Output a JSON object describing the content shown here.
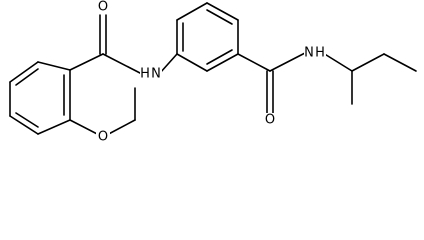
{
  "structure": {
    "atoms": {
      "carbonyl_oxygen_left": "O",
      "amide_nitrogen_left": "N",
      "amide_hydrogen_left": "H",
      "ether_oxygen": "O",
      "carbonyl_oxygen_right": "O",
      "amide_nitrogen_right": "N",
      "amide_hydrogen_right": "H"
    }
  }
}
